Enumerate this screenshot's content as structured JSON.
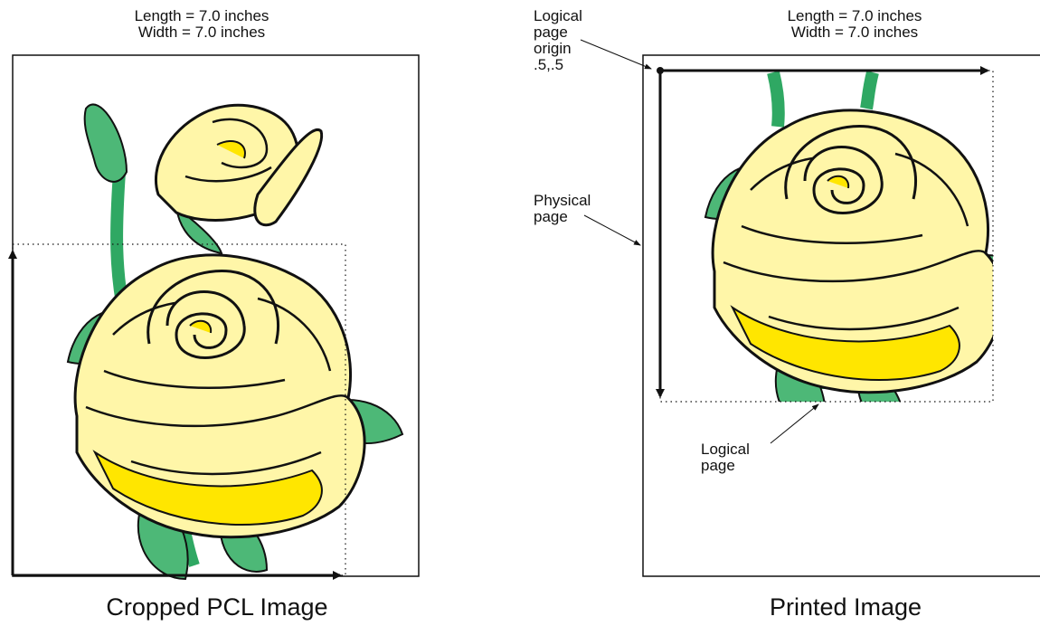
{
  "left_panel": {
    "length_label": "Length = 7.0 inches",
    "width_label": "Width = 7.0 inches",
    "caption": "Cropped PCL Image"
  },
  "right_panel": {
    "length_label": "Length = 7.0 inches",
    "width_label": "Width = 7.0 inches",
    "caption": "Printed Image",
    "origin_label": [
      "Logical",
      "page",
      "origin",
      ".5,.5"
    ],
    "physical_page_label": [
      "Physical",
      "page"
    ],
    "logical_page_label": [
      "Logical",
      "page"
    ]
  },
  "colors": {
    "petal": "#FFF6A8",
    "petal_shadow": "#FFE600",
    "leaf": "#4DB877",
    "stem": "#2FA863",
    "outline": "#111111"
  }
}
